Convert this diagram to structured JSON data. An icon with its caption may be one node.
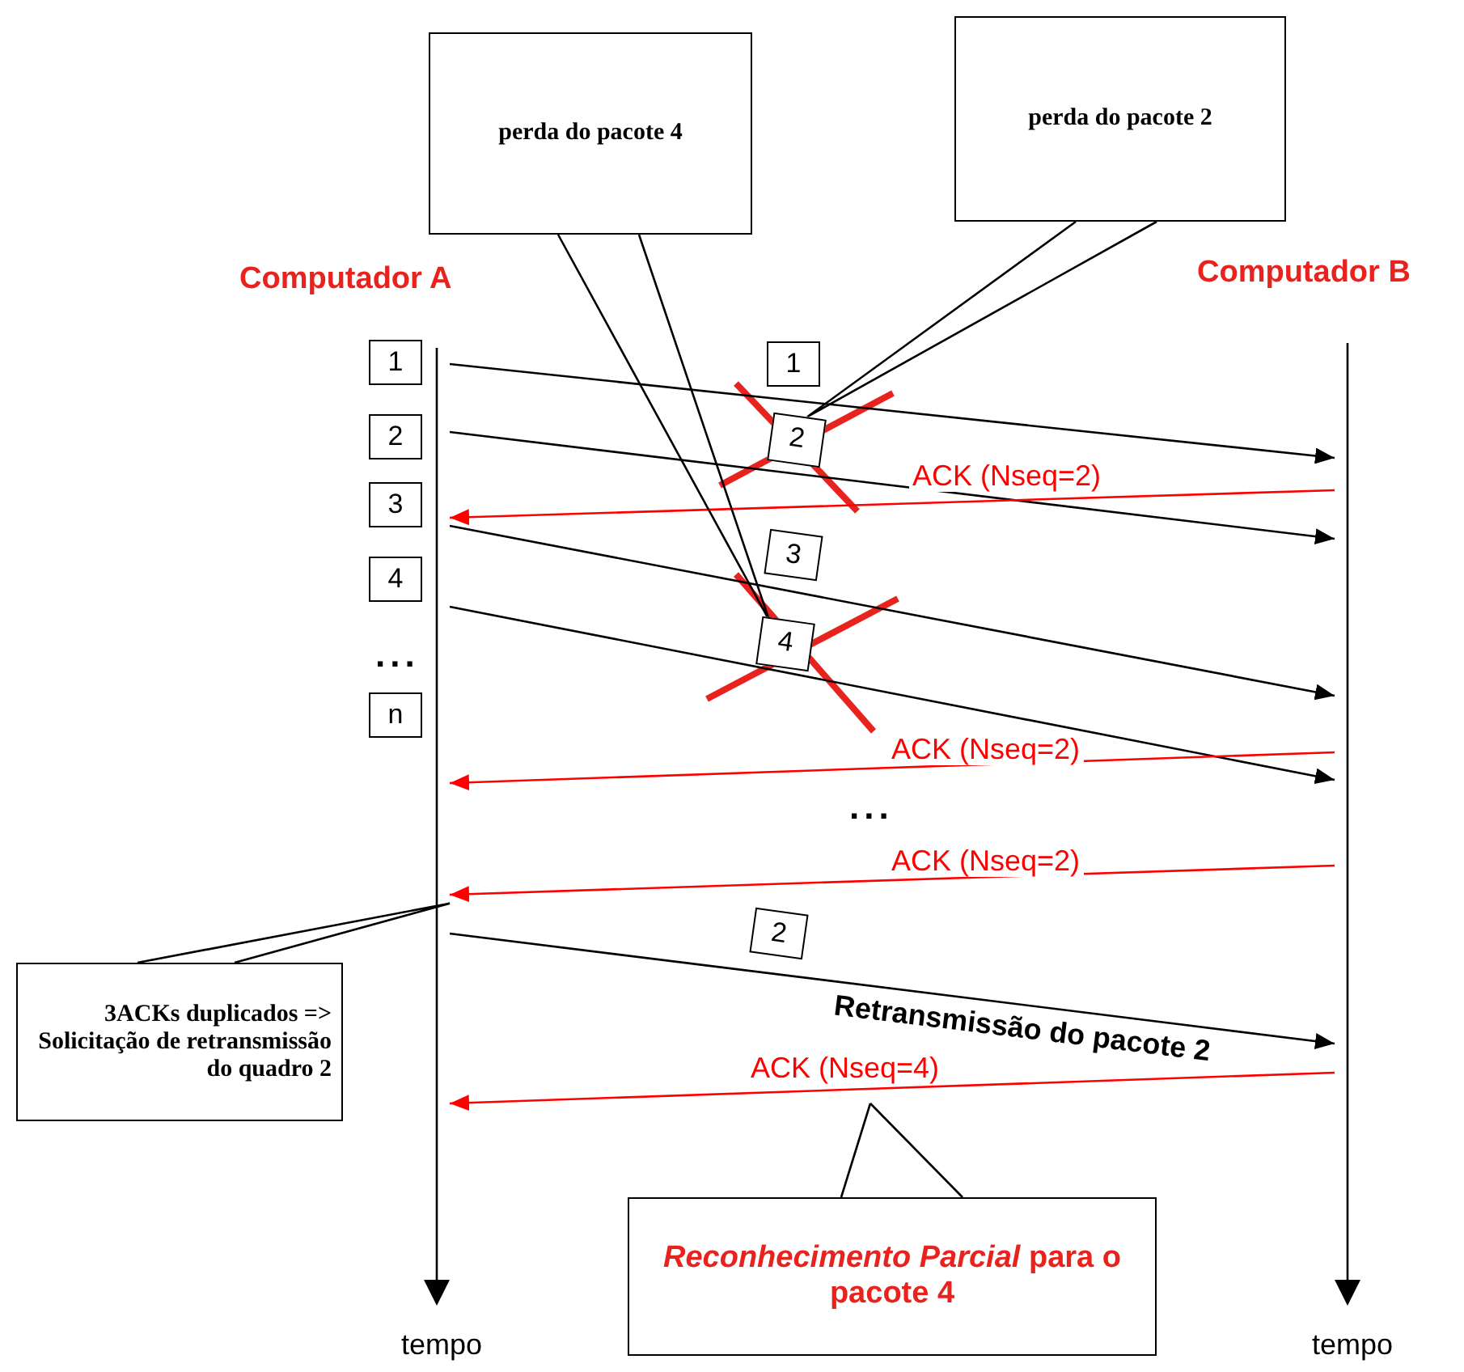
{
  "diagram": {
    "nodes": [
      {
        "text": [
          "Computador A"
        ]
      },
      {
        "text": [
          "Computador B"
        ]
      },
      {
        "text": [],
        "shape": "line",
        "beside": [
          "tempo"
        ]
      },
      {
        "text": [],
        "shape": "line",
        "beside": [
          "tempo"
        ]
      },
      {
        "text": [
          "1"
        ]
      },
      {
        "text": [
          "2"
        ]
      },
      {
        "text": [
          "3"
        ]
      },
      {
        "text": [
          "4"
        ]
      },
      {
        "text": [
          "n"
        ]
      },
      {
        "text": [
          "1"
        ]
      },
      {
        "text": [
          "2"
        ]
      },
      {
        "text": [
          "3"
        ]
      },
      {
        "text": [
          "4"
        ]
      },
      {
        "text": [
          "2"
        ]
      },
      {
        "text": [
          "perda do pacote 4"
        ]
      },
      {
        "text": [
          "perda do pacote 2"
        ]
      },
      {
        "text": [
          "3ACKs duplicados => Solicitação de retransmissão do quadro 2"
        ]
      },
      {
        "text": [
          "*Reconhecimento Parcial* para o pacote 4"
        ]
      }
    ],
    "edges": [
      {
        "from": 2,
        "to": 3,
        "arrow": "to"
      },
      {
        "from": 2,
        "to": 3,
        "arrow": "to"
      },
      {
        "from": 3,
        "to": 2,
        "arrow": "to",
        "label": "ACK (Nseq=2)",
        "color": "#ff0000"
      },
      {
        "from": 2,
        "to": 3,
        "arrow": "to"
      },
      {
        "from": 2,
        "to": 3,
        "arrow": "to"
      },
      {
        "from": 3,
        "to": 2,
        "arrow": "to",
        "label": "ACK (Nseq=2)",
        "color": "#ff0000"
      },
      {
        "from": 3,
        "to": 2,
        "arrow": "to",
        "label": "ACK (Nseq=2)",
        "color": "#ff0000"
      },
      {
        "from": 2,
        "to": 3,
        "arrow": "to",
        "label": "Retransmissão do pacote 2"
      },
      {
        "from": 3,
        "to": 2,
        "arrow": "to",
        "label": "ACK (Nseq=4)",
        "color": "#ff0000"
      },
      {
        "from": 14,
        "to": 12,
        "arrow": "none"
      },
      {
        "from": 15,
        "to": 10,
        "arrow": "none"
      },
      {
        "from": 16,
        "to": 2,
        "arrow": "none"
      },
      {
        "from": 17,
        "to": null,
        "arrow": "none"
      }
    ],
    "labels": [
      "...",
      "..."
    ]
  }
}
